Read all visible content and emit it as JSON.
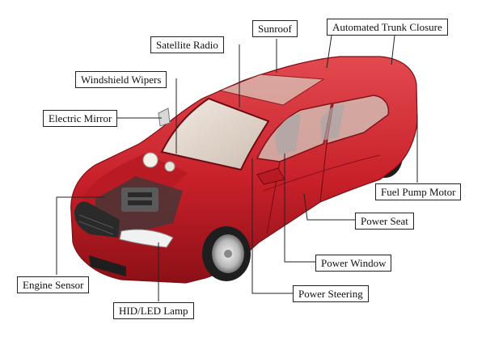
{
  "diagram": {
    "labels": {
      "sunroof": "Sunroof",
      "automated_trunk_closure": "Automated Trunk Closure",
      "satellite_radio": "Satellite Radio",
      "windshield_wipers": "Windshield Wipers",
      "electric_mirror": "Electric Mirror",
      "fuel_pump_motor": "Fuel Pump Motor",
      "power_seat": "Power Seat",
      "power_window": "Power Window",
      "power_steering": "Power Steering",
      "engine_sensor": "Engine Sensor",
      "hid_led_lamp": "HID/LED Lamp"
    },
    "colors": {
      "car_body": "#c8202a",
      "car_body_light": "#e0454a",
      "car_body_dark": "#8c1016",
      "glass": "#e9dcd2",
      "tire": "#1e1e1e",
      "rim": "#c9c9c9",
      "leader_line": "#222222"
    }
  }
}
